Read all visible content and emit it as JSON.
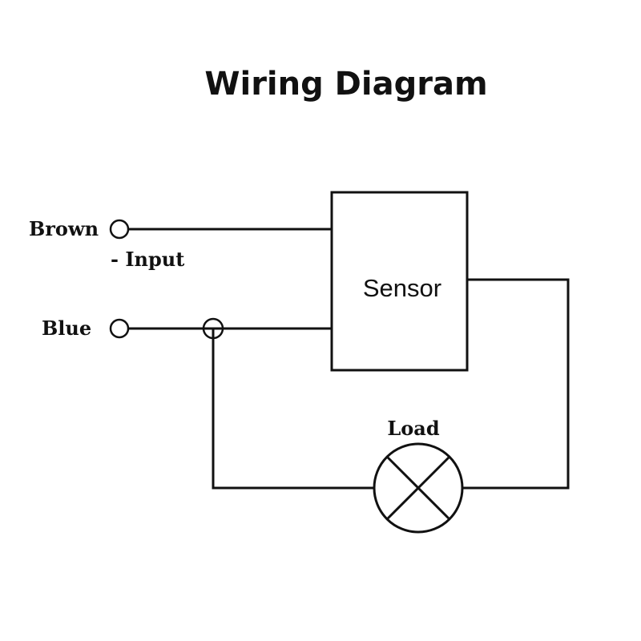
{
  "title": "Wiring Diagram",
  "terminals": {
    "brown": "Brown",
    "input_note": "- Input",
    "blue": "Blue"
  },
  "sensor_label": "Sensor",
  "load_label": "Load"
}
